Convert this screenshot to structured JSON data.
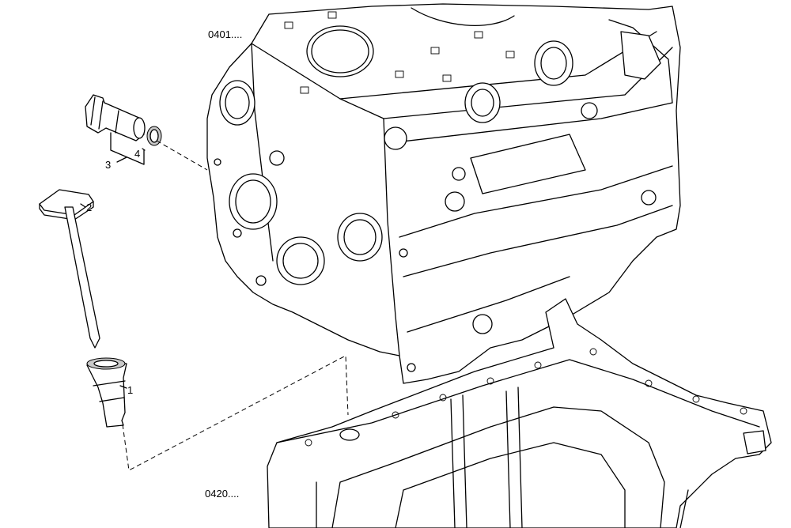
{
  "references": {
    "block": "0401....",
    "sump": "0420...."
  },
  "callouts": {
    "c1": "1",
    "c2": "2",
    "c3": "3",
    "c4": "4"
  }
}
